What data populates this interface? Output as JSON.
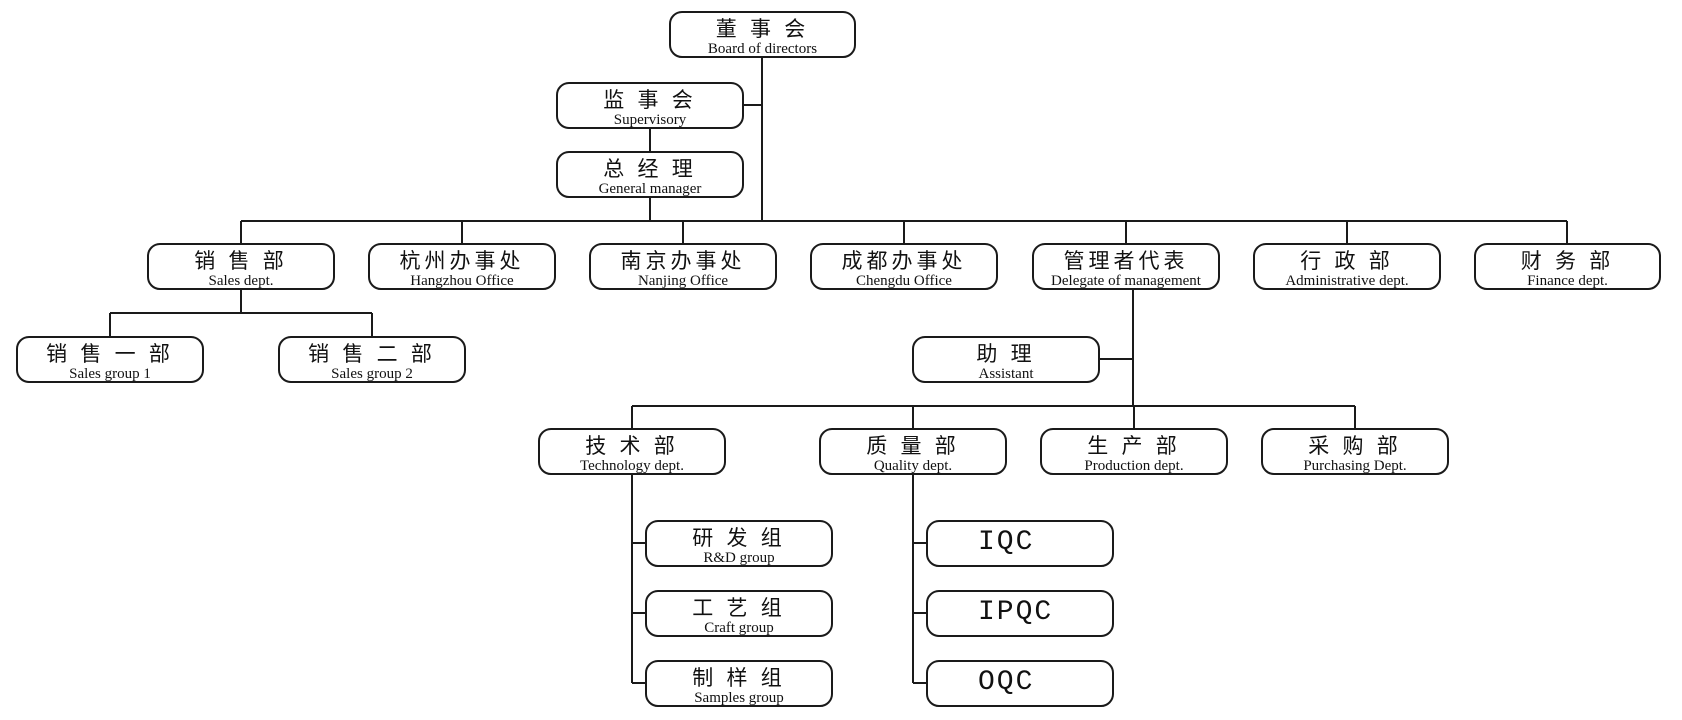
{
  "nodes": {
    "board": {
      "zh": "董 事 会",
      "en": "Board of directors"
    },
    "supervisory": {
      "zh": "监 事 会",
      "en": "Supervisory"
    },
    "gm": {
      "zh": "总 经 理",
      "en": "General manager"
    },
    "sales": {
      "zh": "销 售 部",
      "en": "Sales dept."
    },
    "hangzhou": {
      "zh": "杭州办事处",
      "en": "Hangzhou Office"
    },
    "nanjing": {
      "zh": "南京办事处",
      "en": "Nanjing Office"
    },
    "chengdu": {
      "zh": "成都办事处",
      "en": "Chengdu Office"
    },
    "delegate": {
      "zh": "管理者代表",
      "en": "Delegate of management"
    },
    "admin": {
      "zh": "行 政 部",
      "en": "Administrative dept."
    },
    "finance": {
      "zh": "财 务 部",
      "en": "Finance dept."
    },
    "sales1": {
      "zh": "销 售 一 部",
      "en": "Sales group 1"
    },
    "sales2": {
      "zh": "销 售 二 部",
      "en": "Sales group 2"
    },
    "assistant": {
      "zh": "助 理",
      "en": "Assistant"
    },
    "tech": {
      "zh": "技 术 部",
      "en": "Technology dept."
    },
    "quality": {
      "zh": "质 量 部",
      "en": "Quality dept."
    },
    "production": {
      "zh": "生 产 部",
      "en": "Production dept."
    },
    "purchasing": {
      "zh": "采 购 部",
      "en": "Purchasing Dept."
    },
    "rd": {
      "zh": "研 发 组",
      "en": "R&D group"
    },
    "craft": {
      "zh": "工 艺 组",
      "en": "Craft group"
    },
    "samples": {
      "zh": "制 样 组",
      "en": "Samples group"
    },
    "iqc": {
      "label": "IQC"
    },
    "ipqc": {
      "label": "IPQC"
    },
    "oqc": {
      "label": "OQC"
    }
  },
  "edges": [
    [
      "board",
      "supervisory"
    ],
    [
      "board",
      "gm"
    ],
    [
      "board",
      "sales"
    ],
    [
      "board",
      "hangzhou"
    ],
    [
      "board",
      "nanjing"
    ],
    [
      "board",
      "chengdu"
    ],
    [
      "board",
      "delegate"
    ],
    [
      "board",
      "admin"
    ],
    [
      "board",
      "finance"
    ],
    [
      "sales",
      "sales1"
    ],
    [
      "sales",
      "sales2"
    ],
    [
      "delegate",
      "assistant"
    ],
    [
      "delegate",
      "tech"
    ],
    [
      "delegate",
      "quality"
    ],
    [
      "delegate",
      "production"
    ],
    [
      "delegate",
      "purchasing"
    ],
    [
      "tech",
      "rd"
    ],
    [
      "tech",
      "craft"
    ],
    [
      "tech",
      "samples"
    ],
    [
      "quality",
      "iqc"
    ],
    [
      "quality",
      "ipqc"
    ],
    [
      "quality",
      "oqc"
    ]
  ],
  "colors": {
    "line": "#1a1a1a",
    "box_border": "#1a1a1a",
    "text": "#111111"
  }
}
